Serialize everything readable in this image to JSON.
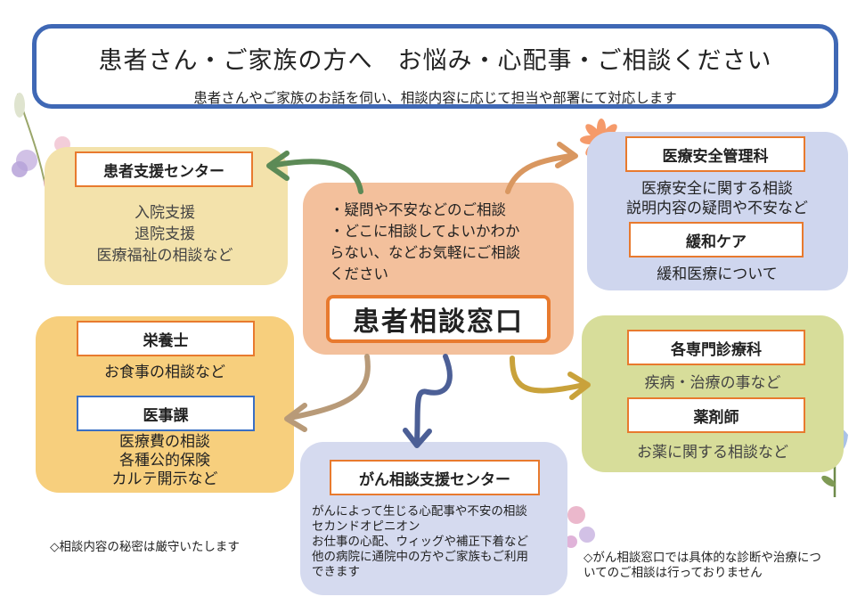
{
  "header": {
    "title": "患者さん・ご家族の方へ　お悩み・心配事・ご相談ください",
    "subtitle": "患者さんやご家族のお話を伺い、相談内容に応じて担当や部署にて対応します"
  },
  "center": {
    "bullet1": "・疑問や不安などのご相談",
    "bullet2a": "・どこに相談してよいかわか",
    "bullet2b": "らない、などお気軽にご相談",
    "bullet2c": "ください",
    "main": "患者相談窓口"
  },
  "support_center": {
    "label": "患者支援センター",
    "items": [
      "入院支援",
      "退院支援",
      "医療福祉の相談など"
    ]
  },
  "nutritionist": {
    "label": "栄養士",
    "text": "お食事の相談など"
  },
  "medical_affairs": {
    "label": "医事課",
    "items": [
      "医療費の相談",
      "各種公的保険",
      "カルテ開示など"
    ]
  },
  "safety": {
    "label": "医療安全管理科",
    "items": [
      "医療安全に関する相談",
      "説明内容の疑問や不安など"
    ]
  },
  "palliative": {
    "label": "緩和ケア",
    "text": "緩和医療について"
  },
  "departments": {
    "label": "各専門診療科",
    "text": "疾病・治療の事など"
  },
  "pharmacist": {
    "label": "薬剤師",
    "text": "お薬に関する相談など"
  },
  "cancer": {
    "label": "がん相談支援センター",
    "lines": [
      "がんによって生じる心配事や不安の相談",
      "セカンドオピニオン",
      "お仕事の心配、ウィッグや補正下着など",
      "他の病院に通院中の方やご家族もご利用",
      "できます"
    ]
  },
  "notes": {
    "left": "◇相談内容の秘密は厳守いたします",
    "right_a": "◇がん相談窓口では具体的な診断や治療につ",
    "right_b": "いてのご相談は行っておりません"
  },
  "colors": {
    "header_border": "#3f68b5",
    "label_border": "#e87a2e",
    "label_border_blue": "#3a6fc4"
  },
  "icons": [
    "flower-icon",
    "leaf-icon",
    "tulip-icon",
    "orange-flower-icon"
  ]
}
